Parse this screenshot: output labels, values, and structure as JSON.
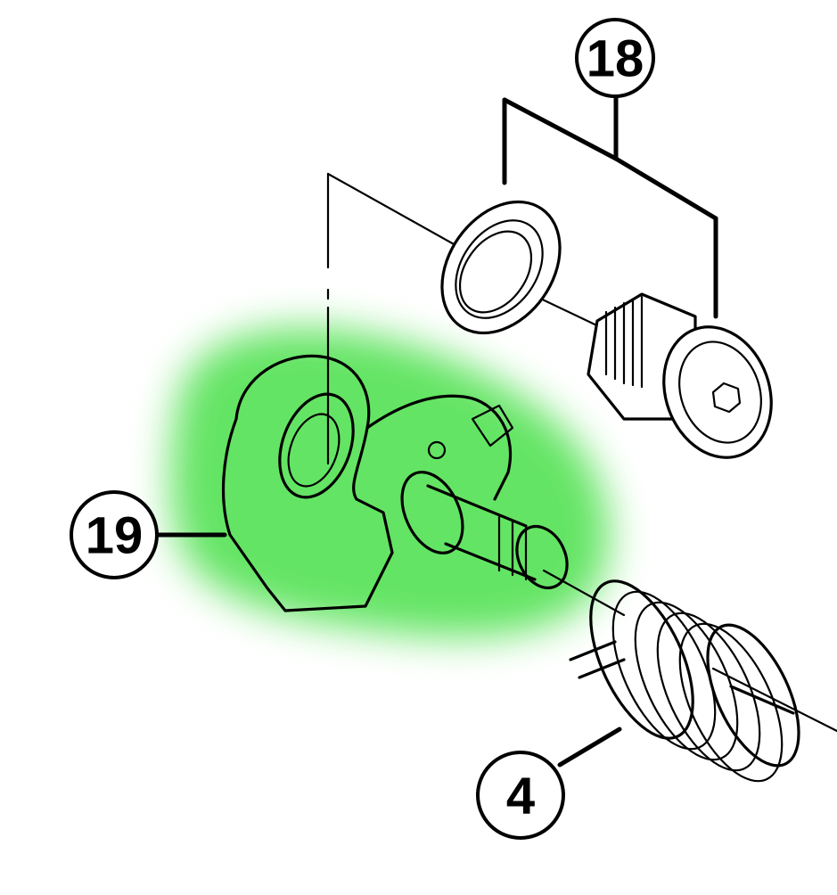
{
  "callouts": [
    {
      "id": "part-18",
      "label": "18"
    },
    {
      "id": "part-19",
      "label": "19",
      "highlighted": true
    },
    {
      "id": "part-4",
      "label": "4"
    }
  ],
  "colors": {
    "highlight": "#5be35b",
    "ink": "#000000",
    "background": "#ffffff"
  }
}
